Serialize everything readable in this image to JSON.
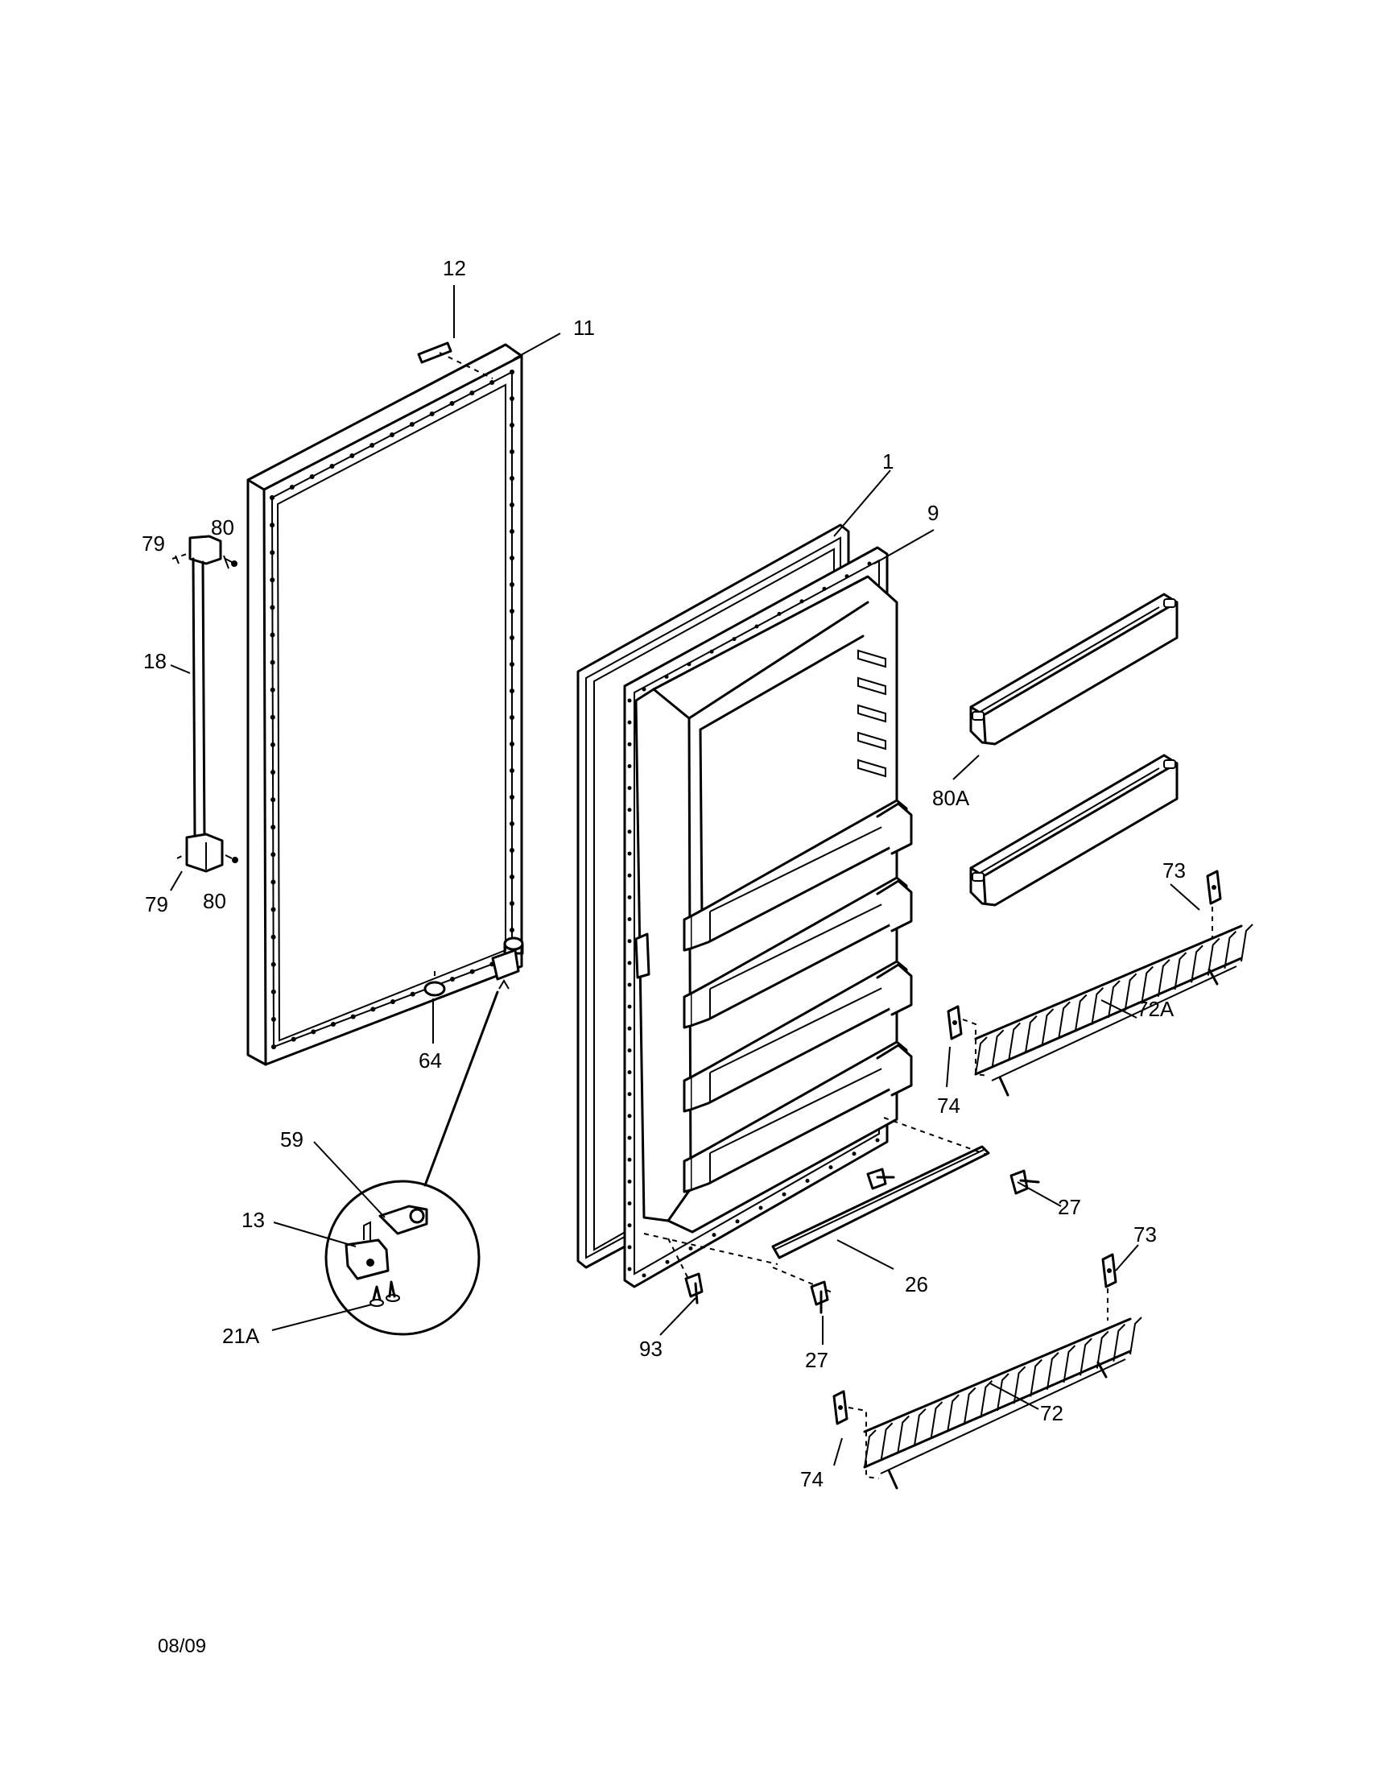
{
  "callouts": {
    "c12": "12",
    "c11": "11",
    "c1": "1",
    "c9": "9",
    "c79a": "79",
    "c80a": "80",
    "c18": "18",
    "c79b": "79",
    "c80b": "80",
    "c64": "64",
    "c59": "59",
    "c13": "13",
    "c21a": "21A",
    "c80A": "80A",
    "c73a": "73",
    "c72A": "72A",
    "c74a": "74",
    "c27a": "27",
    "c26": "26",
    "c27b": "27",
    "c93": "93",
    "c73b": "73",
    "c72": "72",
    "c74b": "74"
  },
  "footer": {
    "date": "08/09"
  }
}
